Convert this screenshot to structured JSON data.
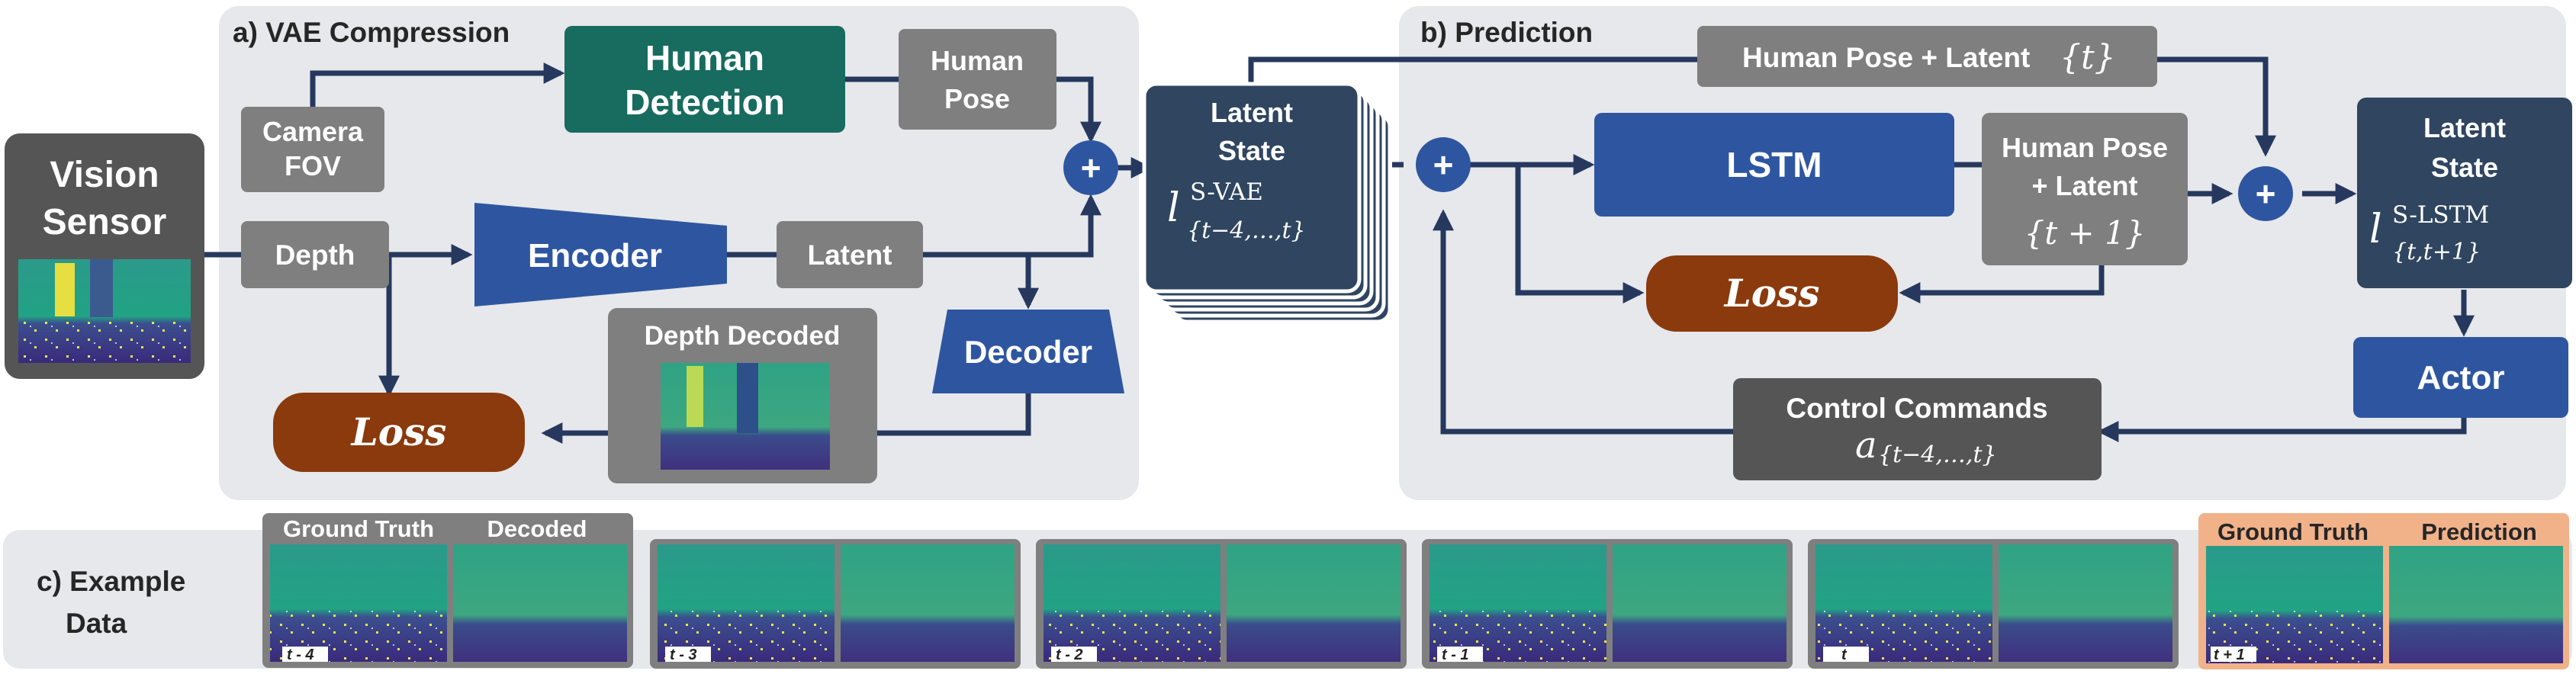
{
  "panels": {
    "a": "a) VAE Compression",
    "b": "b) Prediction",
    "c_line1": "c) Example",
    "c_line2": "Data"
  },
  "vision_sensor": {
    "line1": "Vision",
    "line2": "Sensor"
  },
  "camera_fov": {
    "line1": "Camera",
    "line2": "FOV"
  },
  "depth": "Depth",
  "human_detection": {
    "line1": "Human",
    "line2": "Detection"
  },
  "human_pose": {
    "line1": "Human",
    "line2": "Pose"
  },
  "encoder": "Encoder",
  "latent": "Latent",
  "decoder": "Decoder",
  "depth_decoded": "Depth Decoded",
  "loss": "Loss",
  "plus": "+",
  "latent_state_vae": {
    "line1": "Latent",
    "line2": "State",
    "sym": "l",
    "sup": "S-VAE",
    "sub": "{t−4,…,t}"
  },
  "top_label": {
    "text": "Human Pose + Latent",
    "math": "{t}"
  },
  "lstm": "LSTM",
  "hp_latent_next": {
    "line1": "Human Pose",
    "line2": "+ Latent",
    "math": "{t + 1}"
  },
  "latent_state_lstm": {
    "line1": "Latent",
    "line2": "State",
    "sym": "l",
    "sup": "S-LSTM",
    "sub": "{t,t+1}"
  },
  "actor": "Actor",
  "control_commands": {
    "line1": "Control Commands",
    "sym": "a",
    "sub": "{t−4,…,t}"
  },
  "example": {
    "ground_truth": "Ground Truth",
    "decoded": "Decoded",
    "prediction": "Prediction",
    "tags": [
      "t - 4",
      "t - 3",
      "t - 2",
      "t - 1",
      "t",
      "t + 1"
    ]
  },
  "colors": {
    "panel_bg": "#e7e8eb",
    "dark_gray": "#555555",
    "mid_gray": "#7f7f7f",
    "teal": "#186b5f",
    "blue": "#2e56a0",
    "navy": "#2f4560",
    "loss_orange": "#8a3a0c",
    "peach": "#f1b28a",
    "arrow": "#26385e"
  }
}
